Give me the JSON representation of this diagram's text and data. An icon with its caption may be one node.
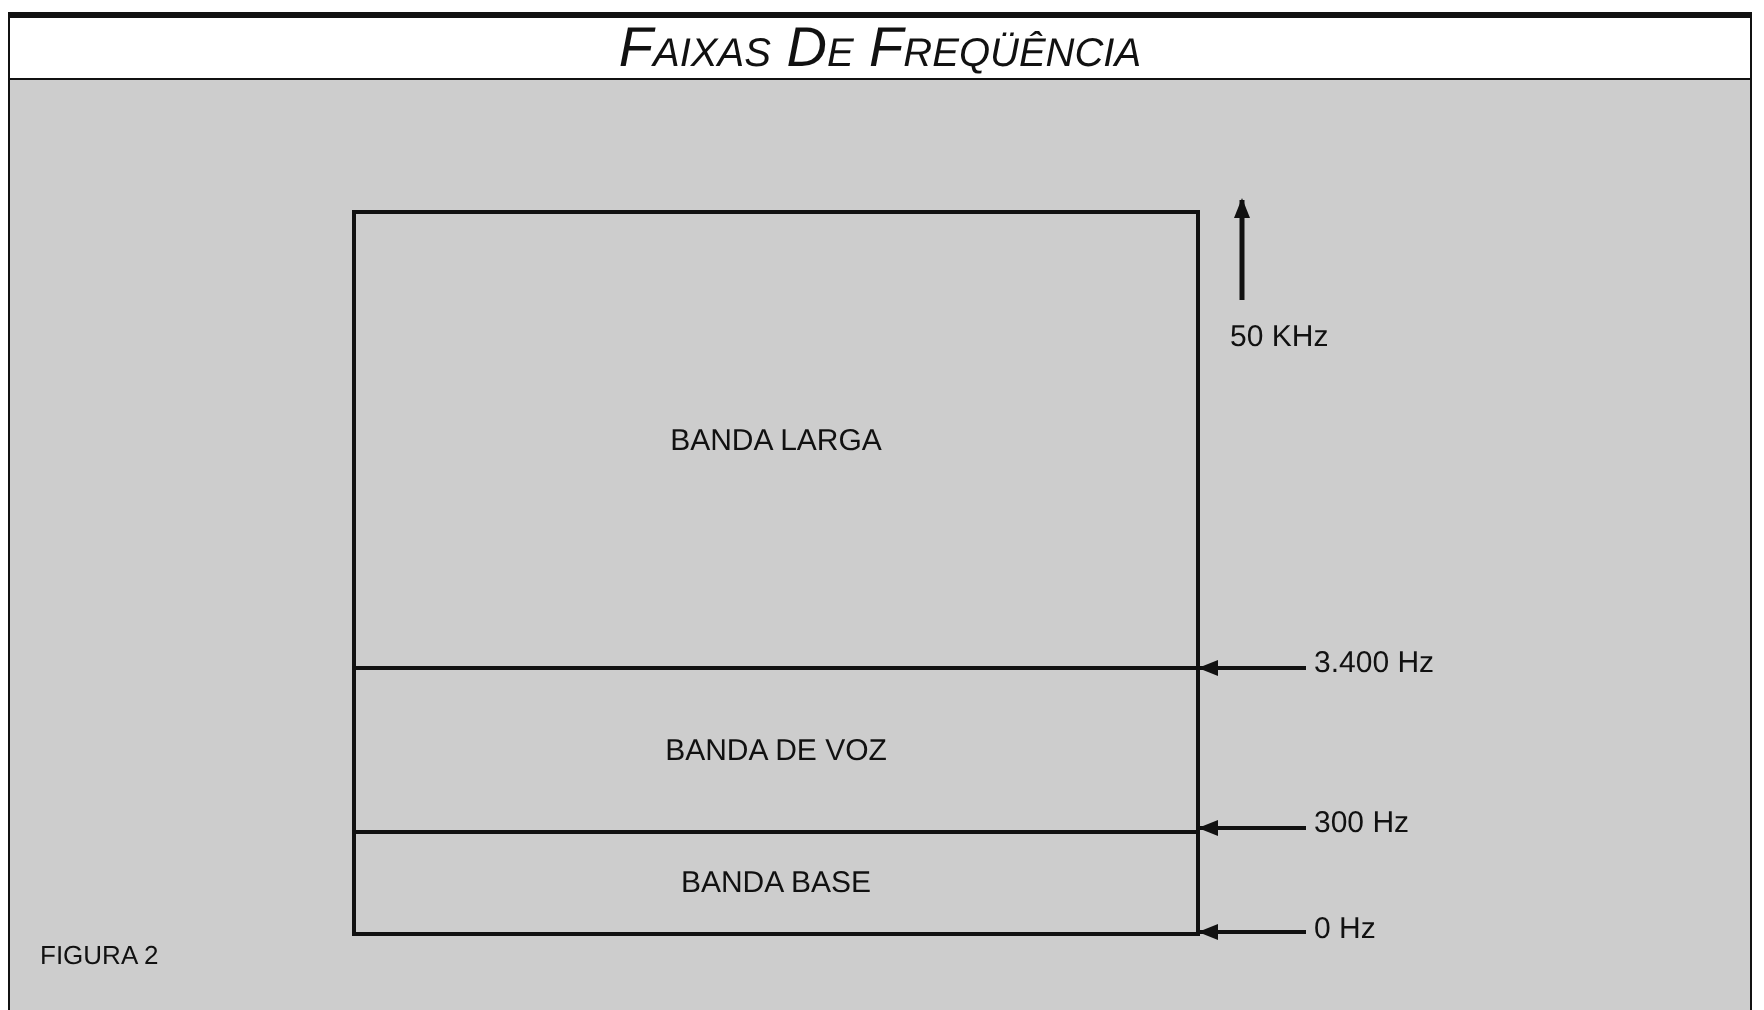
{
  "diagram": {
    "title": "Faixas De Freqüência",
    "nodes": [
      {
        "text": [
          "BANDA LARGA"
        ]
      },
      {
        "text": [
          "BANDA DE VOZ"
        ]
      },
      {
        "text": [
          "BANDA BASE"
        ]
      },
      {
        "text": [
          "3.400 Hz"
        ]
      },
      {
        "text": [
          "300 Hz"
        ]
      },
      {
        "text": [
          "0 Hz"
        ]
      }
    ],
    "edges": [
      {
        "from": 3,
        "to": 1,
        "arrow": "to"
      },
      {
        "from": 4,
        "to": 2,
        "arrow": "to"
      },
      {
        "from": 5,
        "to": 2,
        "arrow": "to"
      }
    ],
    "labels": [
      "50 KHz",
      "FIGURA 2"
    ]
  }
}
